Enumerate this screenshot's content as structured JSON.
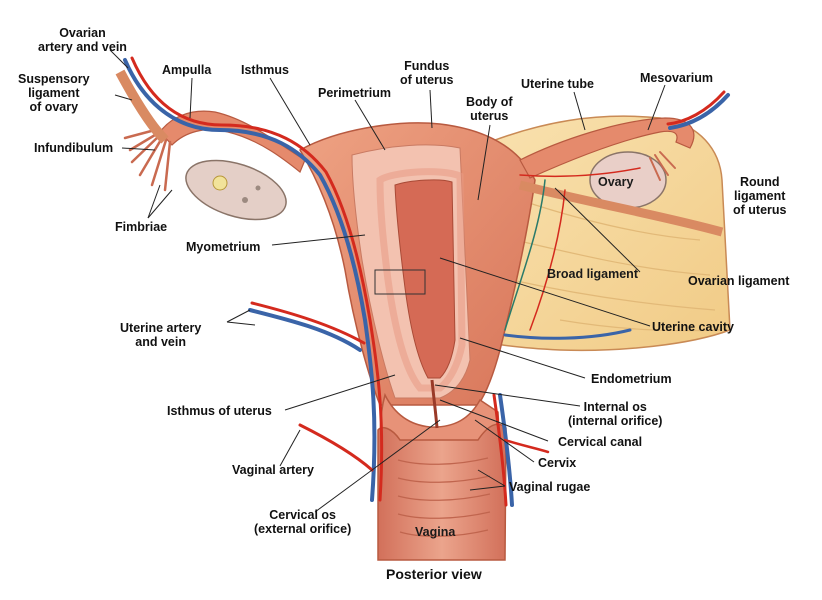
{
  "caption": "Posterior view",
  "colors": {
    "artery": "#d42a1e",
    "vein": "#3a64a8",
    "tissue_outer": "#e58a6c",
    "tissue_inner": "#f2b7a2",
    "myometrium": "#f4c4b4",
    "cavity": "#d86a55",
    "broad_ligament": "#f7dba0",
    "ovary": "#e9cfc8",
    "leader": "#222222"
  },
  "labels": {
    "ovarian_artery_vein": "Ovarian\nartery and vein",
    "suspensory_ligament": "Suspensory\nligament\nof ovary",
    "ampulla": "Ampulla",
    "isthmus": "Isthmus",
    "fundus": "Fundus\nof uterus",
    "perimetrium": "Perimetrium",
    "body_of_uterus": "Body of\nuterus",
    "uterine_tube": "Uterine tube",
    "mesovarium": "Mesovarium",
    "infundibulum": "Infundibulum",
    "ovary": "Ovary",
    "round_ligament": "Round\nligament\nof uterus",
    "fimbriae": "Fimbriae",
    "myometrium": "Myometrium",
    "broad_ligament": "Broad ligament",
    "ovarian_ligament": "Ovarian ligament",
    "uterine_artery_vein": "Uterine artery\nand vein",
    "uterine_cavity": "Uterine cavity",
    "endometrium": "Endometrium",
    "isthmus_of_uterus": "Isthmus of uterus",
    "internal_os": "Internal os\n(internal orifice)",
    "cervical_canal": "Cervical canal",
    "cervix": "Cervix",
    "vaginal_artery": "Vaginal artery",
    "vaginal_rugae": "Vaginal rugae",
    "cervical_os": "Cervical os\n(external orifice)",
    "vagina": "Vagina"
  }
}
